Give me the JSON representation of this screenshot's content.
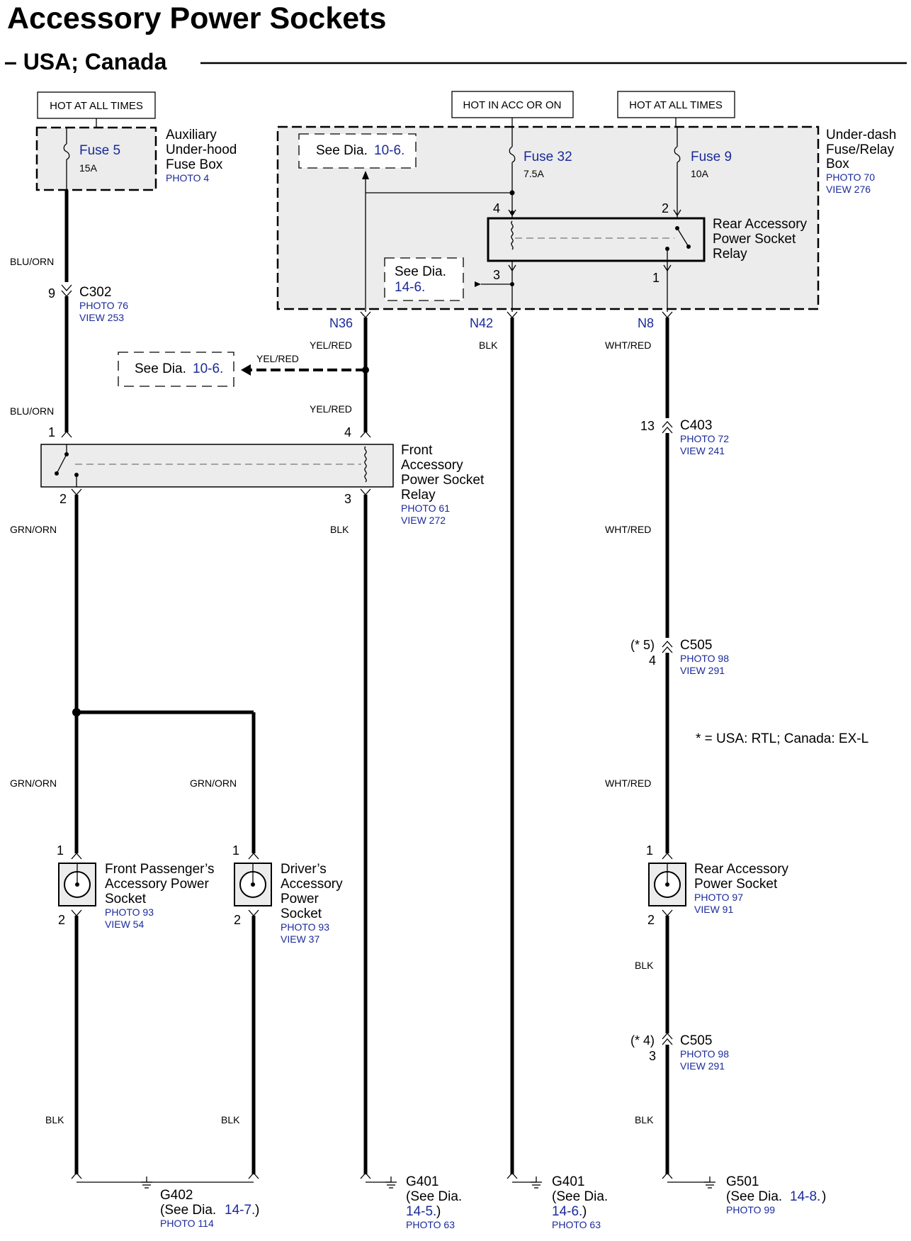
{
  "title": "Accessory Power Sockets",
  "subtitle": "– USA; Canada",
  "power_labels": [
    "HOT AT ALL TIMES",
    "HOT IN ACC OR ON",
    "HOT AT ALL TIMES"
  ],
  "aux_box": {
    "fuse": "Fuse 5",
    "amp": "15A",
    "name": [
      "Auxiliary",
      "Under-hood",
      "Fuse Box"
    ],
    "photo": "PHOTO 4"
  },
  "underdash_box": {
    "name": [
      "Under-dash",
      "Fuse/Relay",
      "Box"
    ],
    "photo": "PHOTO 70",
    "view": "VIEW 276"
  },
  "fuse32": {
    "label": "Fuse 32",
    "amp": "7.5A"
  },
  "fuse9": {
    "label": "Fuse 9",
    "amp": "10A"
  },
  "see_dia_a": {
    "text": "See Dia.",
    "ref": "10-6."
  },
  "see_dia_b": {
    "text": "See Dia.",
    "ref": "14-6."
  },
  "see_dia_c": {
    "text": "See Dia.",
    "ref": "10-6."
  },
  "rear_relay": {
    "name": [
      "Rear Accessory",
      "Power Socket",
      "Relay"
    ]
  },
  "front_relay": {
    "name": [
      "Front",
      "Accessory",
      "Power Socket",
      "Relay"
    ],
    "photo": "PHOTO 61",
    "view": "VIEW 272"
  },
  "nodes": [
    "N36",
    "N42",
    "N8"
  ],
  "wires": {
    "blu_orn": "BLU/ORN",
    "yel_red": "YEL/RED",
    "blk": "BLK",
    "wht_red": "WHT/RED",
    "grn_orn": "GRN/ORN"
  },
  "pins": {
    "p1": "1",
    "p2": "2",
    "p3": "3",
    "p4": "4",
    "p9": "9",
    "p13": "13",
    "c505a_star": "(* 5)",
    "c505a_pin": "4",
    "c505b_star": "(* 4)",
    "c505b_pin": "3"
  },
  "connectors": {
    "c302": {
      "name": "C302",
      "photo": "PHOTO 76",
      "view": "VIEW 253"
    },
    "c403": {
      "name": "C403",
      "photo": "PHOTO 72",
      "view": "VIEW 241"
    },
    "c505a": {
      "name": "C505",
      "photo": "PHOTO 98",
      "view": "VIEW 291"
    },
    "c505b": {
      "name": "C505",
      "photo": "PHOTO 98",
      "view": "VIEW 291"
    }
  },
  "note": "*   =   USA: RTL; Canada: EX-L",
  "sockets": {
    "front_pass": {
      "name": [
        "Front Passenger’s",
        "Accessory Power",
        "Socket"
      ],
      "photo": "PHOTO 93",
      "view": "VIEW 54"
    },
    "driver": {
      "name": [
        "Driver’s",
        "Accessory",
        "Power",
        "Socket"
      ],
      "photo": "PHOTO 93",
      "view": "VIEW 37"
    },
    "rear": {
      "name": [
        "Rear Accessory",
        "Power Socket"
      ],
      "photo": "PHOTO 97",
      "view": "VIEW 91"
    }
  },
  "grounds": {
    "g402": {
      "name": "G402",
      "see": "(See Dia.",
      "ref": "14-7.",
      "close": ")",
      "photo": "PHOTO 114"
    },
    "g401a": {
      "name": "G401",
      "see": "(See Dia.",
      "ref": "14-5.",
      "close": ")",
      "photo": "PHOTO 63"
    },
    "g401b": {
      "name": "G401",
      "see": "(See Dia.",
      "ref": "14-6.",
      "close": ")",
      "photo": "PHOTO 63"
    },
    "g501": {
      "name": "G501",
      "see": "(See Dia.",
      "ref": "14-8.",
      "close": ")",
      "photo": "PHOTO 99"
    }
  }
}
